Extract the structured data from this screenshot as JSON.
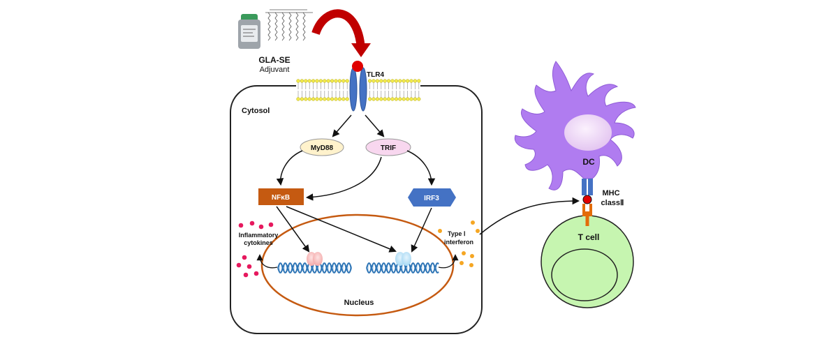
{
  "adjuvant": {
    "name": "GLA-SE",
    "subtitle": "Adjuvant"
  },
  "receptor": {
    "label": "TLR4"
  },
  "cell": {
    "cytosol_label": "Cytosol",
    "nucleus_label": "Nucleus"
  },
  "pathway": {
    "myd88": "MyD88",
    "trif": "TRIF",
    "nfkb": "NFκB",
    "irf3": "IRF3"
  },
  "outputs": {
    "inflammatory_line1": "Inflammatory",
    "inflammatory_line2": "cytokines",
    "interferon_line1": "Type Ⅰ",
    "interferon_line2": "interferon"
  },
  "immune": {
    "dc_label": "DC",
    "mhc_line1": "MHC",
    "mhc_line2": "classⅡ",
    "tcell_label": "T cell"
  },
  "colors": {
    "membrane_head": "#f2ea4a",
    "receptor_blue": "#4472c4",
    "ligand_red": "#e00000",
    "arrow_red": "#c00000",
    "myd88_fill": "#fff2cc",
    "trif_fill": "#f8d7ef",
    "nfkb_fill": "#c55a11",
    "irf3_fill": "#4472c4",
    "nucleus_stroke": "#c55a11",
    "dna_blue": "#2e75b6",
    "cytokine_pink": "#e6195e",
    "interferon_orange": "#f5a623",
    "dc_purple": "#b07cf0",
    "dc_nucleus": "#ead1f5",
    "tcell_green": "#c6f5b0",
    "mhc_orange": "#e36c09"
  }
}
